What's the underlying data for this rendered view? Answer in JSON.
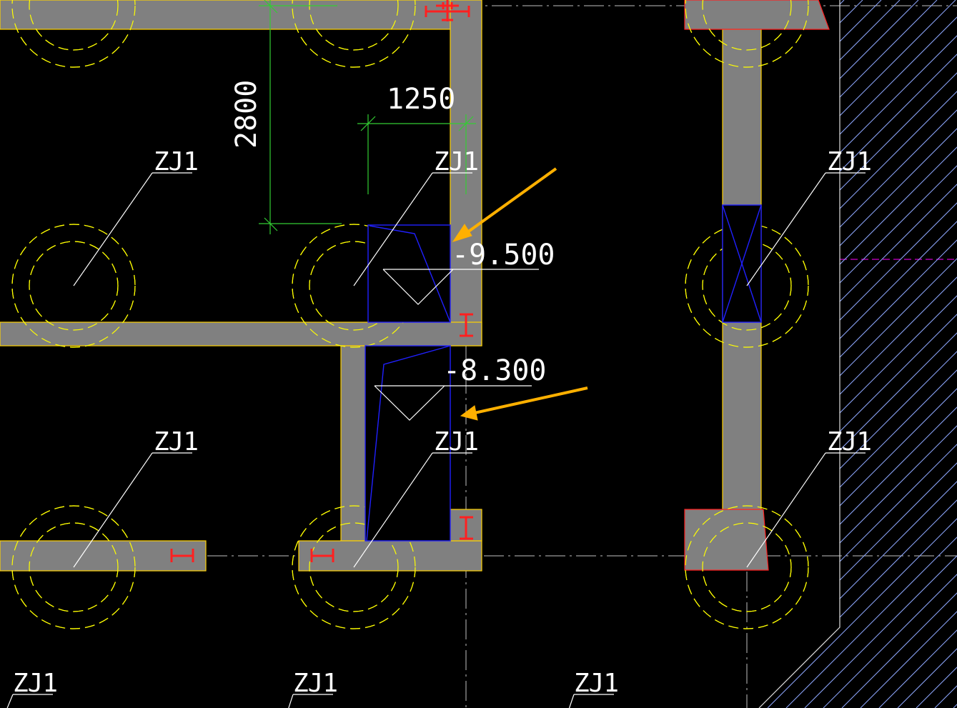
{
  "drawing": {
    "pile_label": "ZJ1",
    "dimensions": {
      "vertical": "2800",
      "horizontal": "1250"
    },
    "elevations": {
      "upper": "-9.500",
      "lower": "-8.300"
    }
  },
  "colors": {
    "background": "#000000",
    "beam_fill": "#808080",
    "beam_edge": "#ffd200",
    "pile_circle": "#ffff00",
    "leader": "#ffffff",
    "dimension": "#33cc33",
    "pit_outline": "#2020ff",
    "steel_marker": "#ff2020",
    "hatch": "#8fa8ff",
    "arrow": "#ffb000",
    "centerline": "#c0c0c0",
    "magenta_axis": "#ff00ff"
  },
  "icons": {
    "arrow_upper": "arrow-pointer-icon",
    "arrow_lower": "arrow-pointer-icon",
    "steel_section": "i-beam-section-icon"
  }
}
